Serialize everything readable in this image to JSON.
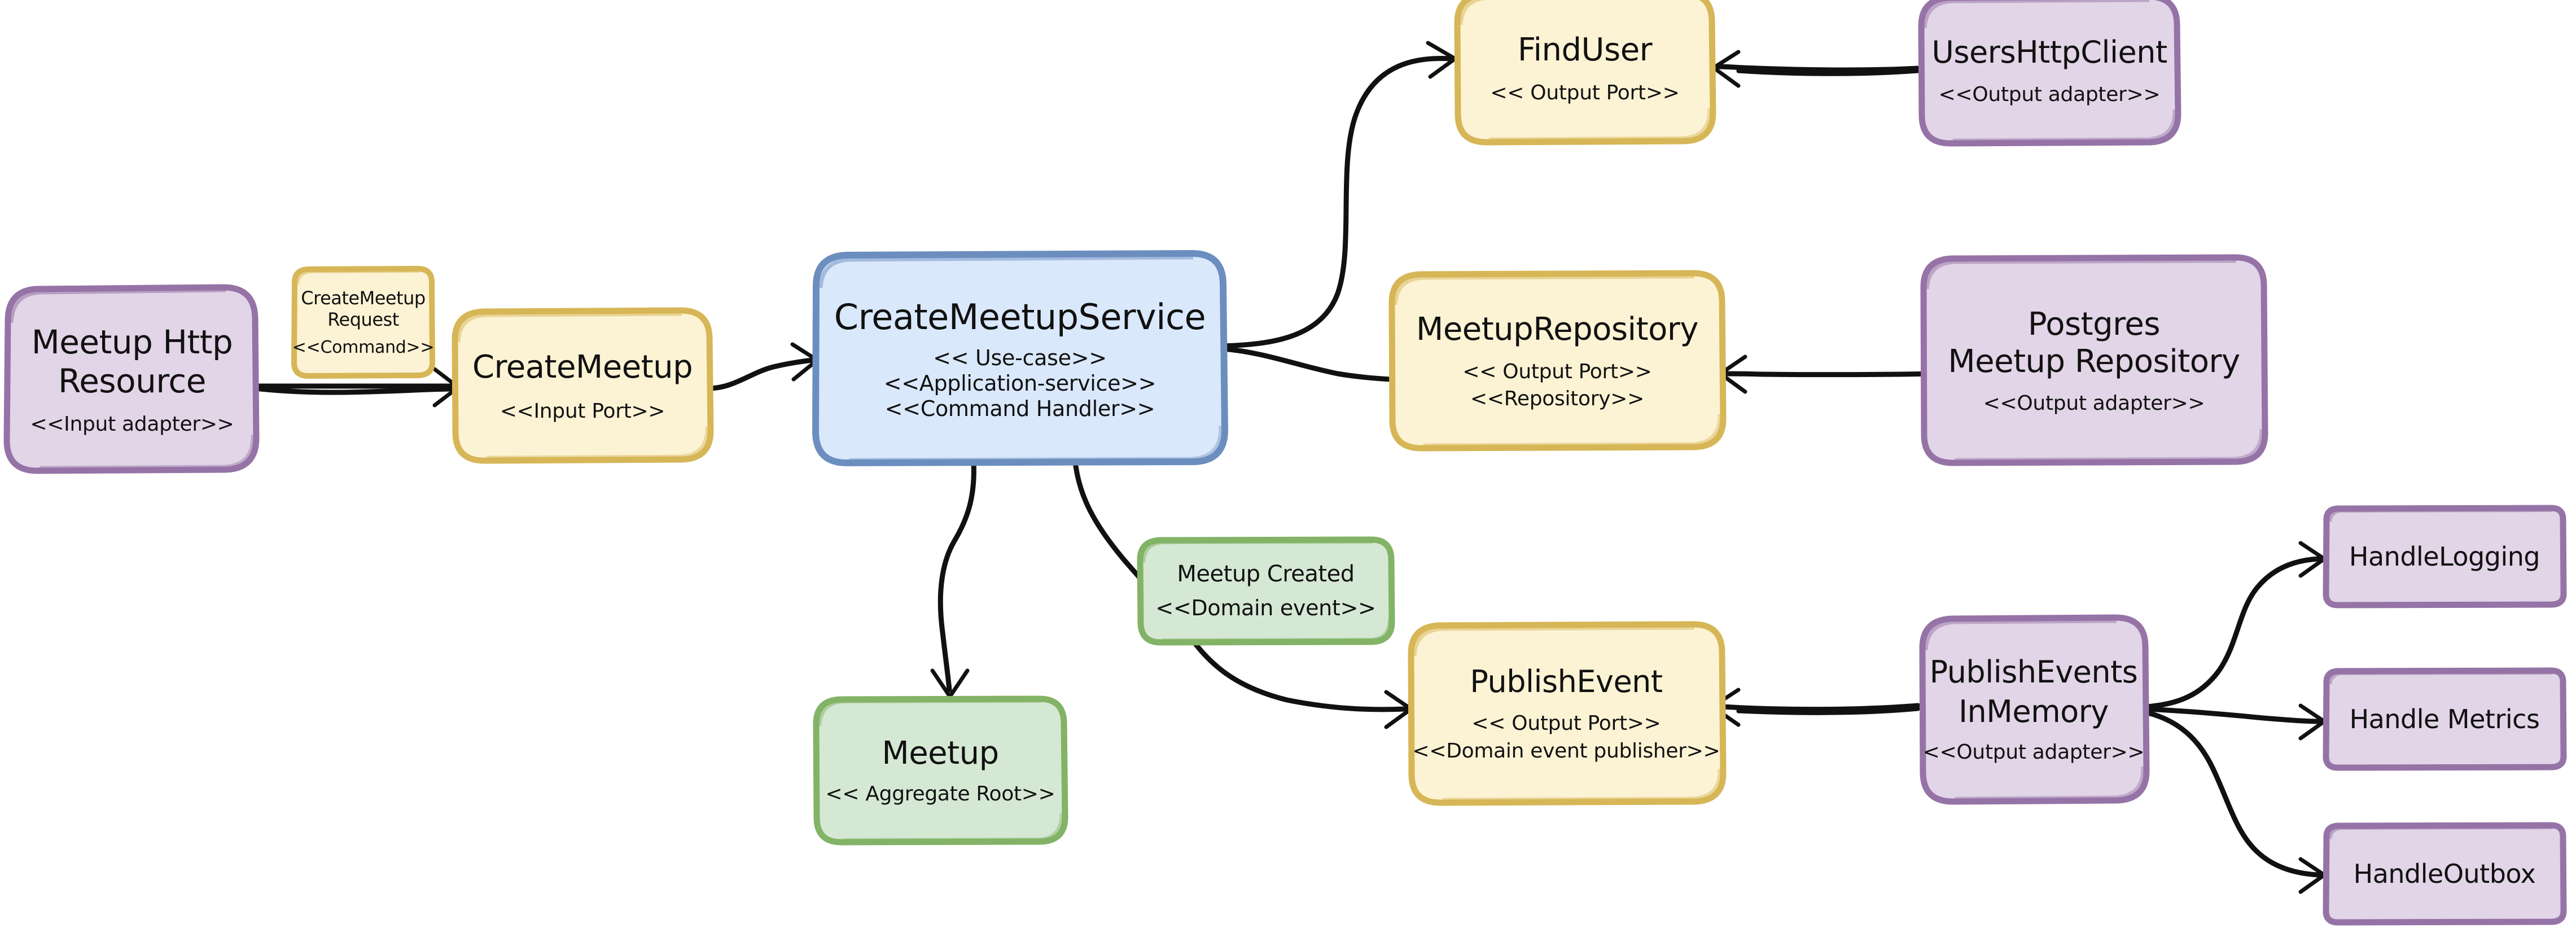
{
  "diagram": {
    "title": "CreateMeetupService hexagonal architecture flow",
    "palette": {
      "purple_fill": "#e1d5e7",
      "purple_stroke": "#9673a6",
      "yellow_fill": "#fcf3d4",
      "yellow_stroke": "#d6b656",
      "blue_fill": "#dae8fc",
      "blue_stroke": "#6c8ebf",
      "green_fill": "#d5e8d4",
      "green_stroke": "#82b366",
      "edge_color": "#111111",
      "background": "#ffffff"
    },
    "nodes": [
      {
        "id": "meetup-http-resource",
        "title": "Meetup Http",
        "title2": "Resource",
        "subtitles": [
          "<<Input adapter>>"
        ],
        "color": "purple"
      },
      {
        "id": "create-meetup-request",
        "title": "CreateMeetup",
        "title2": "Request",
        "subtitles": [
          "<<Command>>"
        ],
        "color": "yellow"
      },
      {
        "id": "create-meetup",
        "title": "CreateMeetup",
        "subtitles": [
          "<<Input Port>>"
        ],
        "color": "yellow"
      },
      {
        "id": "create-meetup-service",
        "title": "CreateMeetupService",
        "subtitles": [
          "<< Use-case>>",
          "<<Application-service>>",
          "<<Command Handler>>"
        ],
        "color": "blue"
      },
      {
        "id": "find-user",
        "title": "FindUser",
        "subtitles": [
          "<< Output Port>>"
        ],
        "color": "yellow"
      },
      {
        "id": "users-http-client",
        "title": "UsersHttpClient",
        "subtitles": [
          "<<Output adapter>>"
        ],
        "color": "purple"
      },
      {
        "id": "meetup-repository",
        "title": "MeetupRepository",
        "subtitles": [
          "<< Output Port>>",
          "<<Repository>>"
        ],
        "color": "yellow"
      },
      {
        "id": "postgres-meetup-repository",
        "title": "Postgres",
        "title2": "Meetup Repository",
        "subtitles": [
          "<<Output adapter>>"
        ],
        "color": "purple"
      },
      {
        "id": "meetup-aggregate-root",
        "title": "Meetup",
        "subtitles": [
          "<< Aggregate Root>>"
        ],
        "color": "green"
      },
      {
        "id": "meetup-created",
        "title": "Meetup Created",
        "subtitles": [
          "<<Domain event>>"
        ],
        "color": "green"
      },
      {
        "id": "publish-event",
        "title": "PublishEvent",
        "subtitles": [
          "<< Output Port>>",
          "<<Domain event publisher>>"
        ],
        "color": "yellow"
      },
      {
        "id": "publish-events-in-memory",
        "title": "PublishEvents",
        "title2": "InMemory",
        "subtitles": [
          "<<Output adapter>>"
        ],
        "color": "purple"
      },
      {
        "id": "handle-logging",
        "title": "HandleLogging",
        "subtitles": [],
        "color": "purple"
      },
      {
        "id": "handle-metrics",
        "title": "Handle Metrics",
        "subtitles": [],
        "color": "purple"
      },
      {
        "id": "handle-outbox",
        "title": "HandleOutbox",
        "subtitles": [],
        "color": "purple"
      }
    ],
    "edges": [
      {
        "id": "e1",
        "from": "meetup-http-resource",
        "to": "create-meetup",
        "label": ""
      },
      {
        "id": "e2",
        "from": "create-meetup",
        "to": "create-meetup-service",
        "label": ""
      },
      {
        "id": "e3",
        "from": "create-meetup-service",
        "to": "find-user",
        "label": ""
      },
      {
        "id": "e4",
        "from": "create-meetup-service",
        "to": "meetup-repository",
        "label": ""
      },
      {
        "id": "e5",
        "from": "users-http-client",
        "to": "find-user",
        "label": ""
      },
      {
        "id": "e6",
        "from": "postgres-meetup-repository",
        "to": "meetup-repository",
        "label": ""
      },
      {
        "id": "e7",
        "from": "create-meetup-service",
        "to": "meetup-aggregate-root",
        "label": ""
      },
      {
        "id": "e8",
        "from": "create-meetup-service",
        "to": "publish-event",
        "label": ""
      },
      {
        "id": "e9",
        "from": "publish-events-in-memory",
        "to": "publish-event",
        "label": ""
      },
      {
        "id": "e10",
        "from": "publish-events-in-memory",
        "to": "handle-logging",
        "label": ""
      },
      {
        "id": "e11",
        "from": "publish-events-in-memory",
        "to": "handle-metrics",
        "label": ""
      },
      {
        "id": "e12",
        "from": "publish-events-in-memory",
        "to": "handle-outbox",
        "label": ""
      }
    ]
  }
}
